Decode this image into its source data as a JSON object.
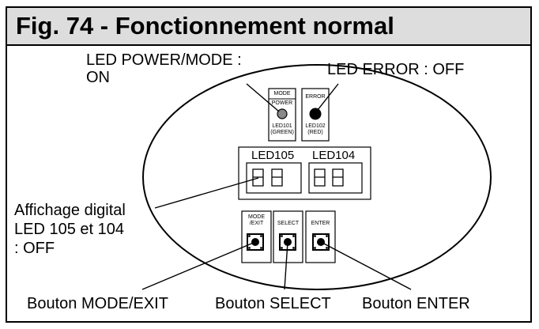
{
  "figure": {
    "title": "Fig. 74 - Fonctionnement normal"
  },
  "callouts": {
    "led_power_mode_line1": "LED POWER/MODE :",
    "led_power_mode_line2": "ON",
    "led_error": "LED ERROR : OFF",
    "digital_display_line1": "Affichage digital",
    "digital_display_line2": "LED 105 et 104",
    "digital_display_line3": ": OFF",
    "button_mode_exit": "Bouton MODE/EXIT",
    "button_select": "Bouton SELECT",
    "button_enter": "Bouton ENTER"
  },
  "panel": {
    "led_power": {
      "label_top": "MODE",
      "label_mid": "POWER",
      "code": "LED101",
      "color_label": "(GREEN)",
      "state": "on",
      "fill_color": "#8a8a8a"
    },
    "led_error": {
      "label_top": "ERROR",
      "code": "LED102",
      "color_label": "(RED)",
      "state": "off",
      "fill_color": "#000000"
    },
    "display": {
      "left_label": "LED105",
      "right_label": "LED104",
      "left_digits": "88",
      "right_digits": "88"
    },
    "buttons": [
      {
        "label_line1": "MODE",
        "label_line2": "/EXIT"
      },
      {
        "label_line1": "SELECT",
        "label_line2": ""
      },
      {
        "label_line1": "ENTER",
        "label_line2": ""
      }
    ]
  },
  "colors": {
    "outline": "#000000",
    "title_background": "#dddddd",
    "display_background": "#ffffff"
  }
}
